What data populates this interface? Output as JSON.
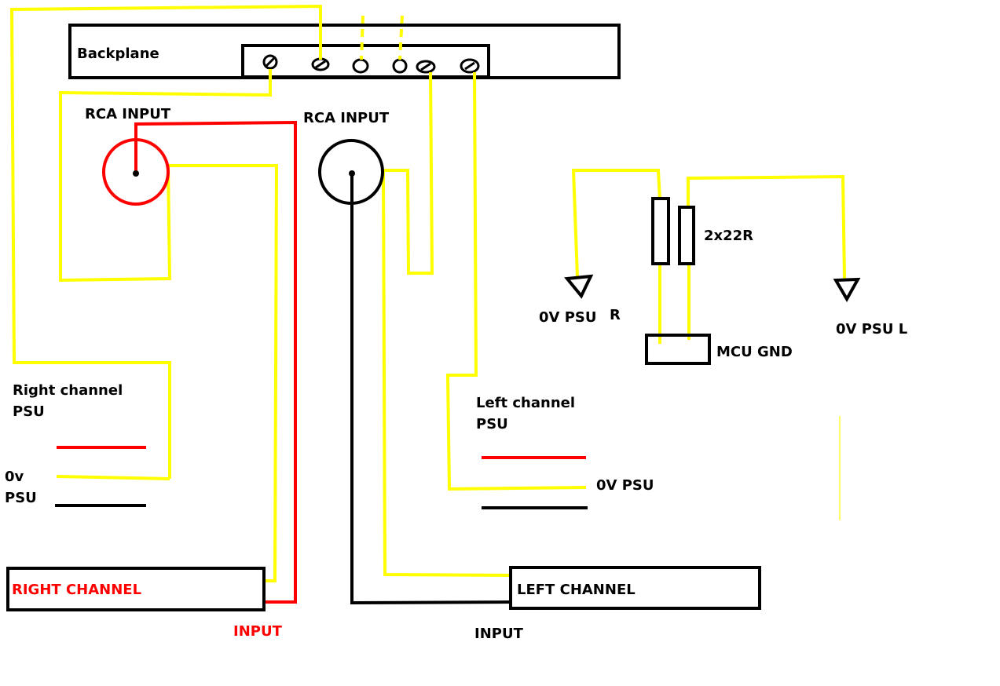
{
  "labels": {
    "backplane": "Backplane",
    "rca_input_left": "RCA INPUT",
    "rca_input_right": "RCA INPUT",
    "resistors": "2x22R",
    "ov_psu_r_main": "0V PSU",
    "ov_psu_r_suffix": "R",
    "ov_psu_l": "0V PSU L",
    "mcu_gnd": "MCU GND",
    "right_psu_line1": "Right channel",
    "right_psu_line2": "PSU",
    "ov_line1": "0v",
    "ov_line2": "PSU",
    "left_psu_line1": "Left channel",
    "left_psu_line2": "PSU",
    "ov_psu_left": "0V PSU",
    "right_channel_box": "RIGHT CHANNEL",
    "left_channel_box": "LEFT CHANNEL",
    "input_right": "INPUT",
    "input_left": "INPUT"
  },
  "colors": {
    "signal_red": "#ff0000",
    "ground_yellow": "#ffff00",
    "outline_black": "#000000"
  }
}
